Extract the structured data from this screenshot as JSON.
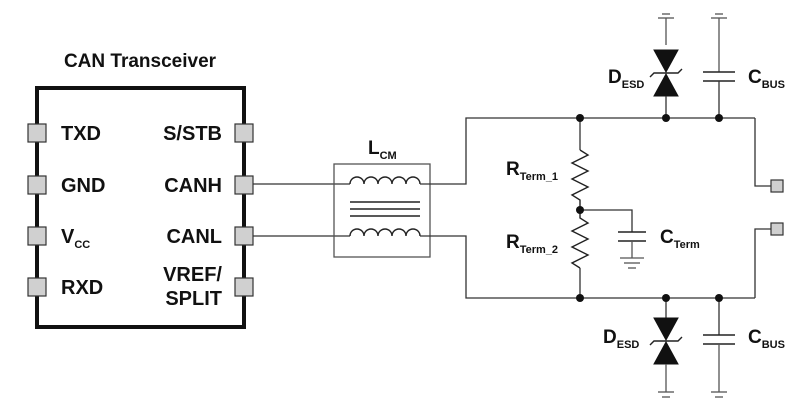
{
  "title": "CAN Transceiver",
  "pins_left": {
    "txd": "TXD",
    "gnd": "GND",
    "vcc_main": "V",
    "vcc_sub": "CC",
    "rxd": "RXD"
  },
  "pins_right": {
    "sstb": "S/STB",
    "canh": "CANH",
    "canl": "CANL",
    "vref_line1": "VREF/",
    "vref_line2": "SPLIT"
  },
  "inductor": {
    "main": "L",
    "sub": "CM"
  },
  "resistor_top": {
    "main": "R",
    "sub": "Term_1"
  },
  "resistor_bottom": {
    "main": "R",
    "sub": "Term_2"
  },
  "cap_term": {
    "main": "C",
    "sub": "Term"
  },
  "esd_top": {
    "main": "D",
    "sub": "ESD"
  },
  "esd_bottom": {
    "main": "D",
    "sub": "ESD"
  },
  "cbus_top": {
    "main": "C",
    "sub": "BUS"
  },
  "cbus_bottom": {
    "main": "C",
    "sub": "BUS"
  }
}
